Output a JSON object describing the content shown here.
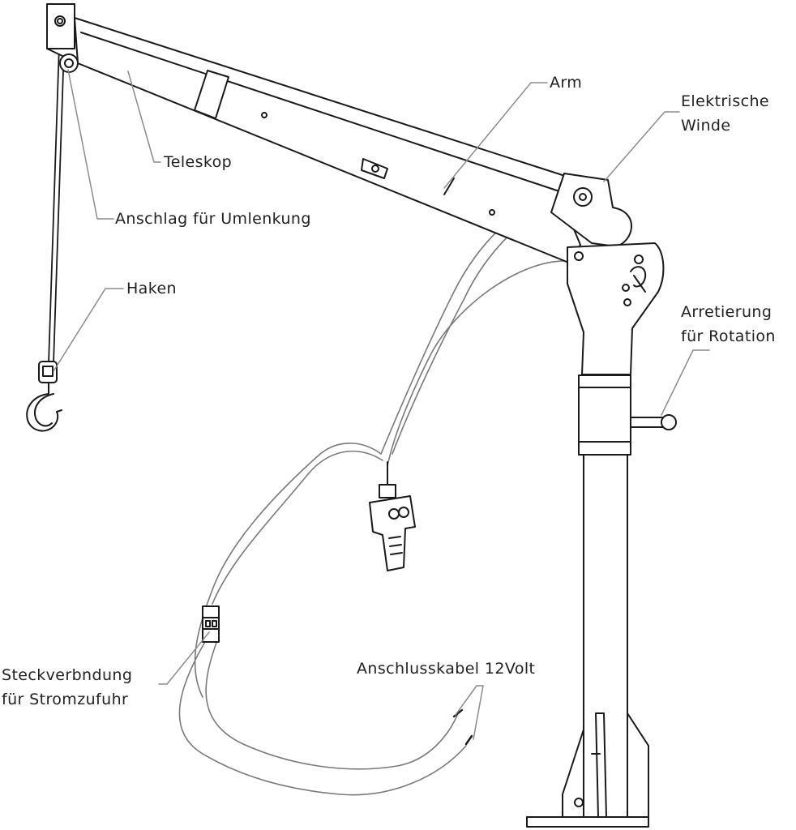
{
  "labels": {
    "arm": "Arm",
    "winch": [
      "Elektrische",
      "Winde"
    ],
    "telescope": "Teleskop",
    "stop": "Anschlag für Umlenkung",
    "hook": "Haken",
    "lock": [
      "Arretierung",
      "für Rotation"
    ],
    "plug": [
      "Steckverbndung",
      "für Stromzufuhr"
    ],
    "cable": "Anschlusskabel 12Volt"
  },
  "colors": {
    "line": "#1a1a1a",
    "leader": "#8c8c8c",
    "text": "#222222",
    "fill": "#ffffff"
  }
}
